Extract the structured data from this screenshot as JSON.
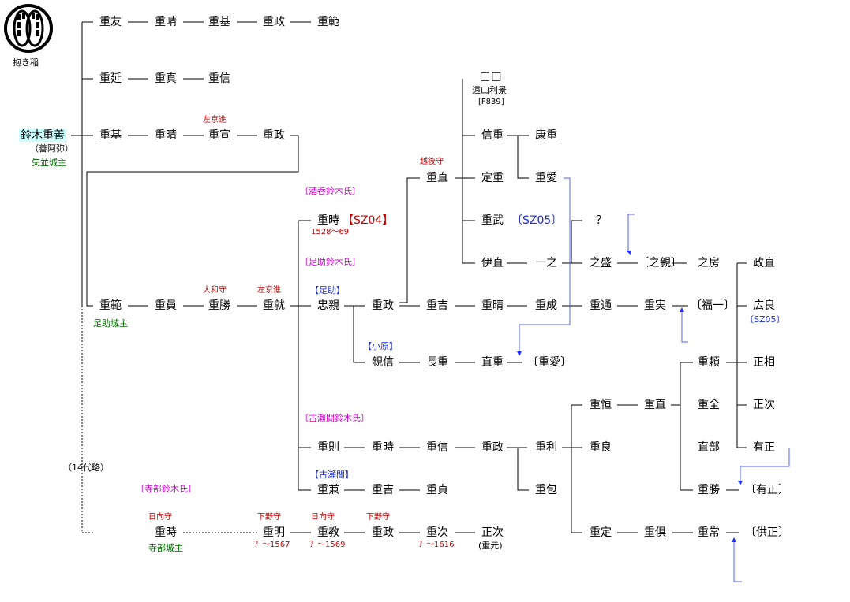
{
  "logo": {
    "caption": "抱き稲"
  },
  "people": {
    "shigeyoshi": "鈴木重善",
    "shigeyoshi_alias": "（善阿弥）",
    "shigeyoshi_castle": "矢並城主",
    "r1": [
      "重友",
      "重晴",
      "重基",
      "重政",
      "重範"
    ],
    "r2": [
      "重延",
      "重真",
      "重信"
    ],
    "r3": [
      "重基",
      "重晴",
      "重宣",
      "重政"
    ],
    "r3_title": "左京進",
    "tooyama": "遠山利景",
    "tooyama_ref": "[F839]",
    "boxes": "□□",
    "sakaki": "〔酒呑鈴木氏〕",
    "shigetoki": "重時",
    "shigetoki_tag": "【SZ04】",
    "shigetoki_dates": "1528～69",
    "sukeshige_clan": "〔足助鈴木氏〕",
    "sukeshige_tag": "【足助】",
    "echigo": "越後守",
    "shigenao": "重直",
    "shinjyu": "信重",
    "kouju": "康重",
    "sadashige": "定重",
    "shigeai": "重愛",
    "shigetake": "重武",
    "shigetake_tag": "〔SZ05〕",
    "question": "？",
    "korenao": "伊直",
    "ichino": "一之",
    "yukimori": "之盛",
    "yukichika": "〔之親〕",
    "yukifusa": "之房",
    "masanao": "政直",
    "r_main": [
      "重範",
      "重員",
      "重勝",
      "重就",
      "忠親",
      "重政",
      "重吉",
      "重晴",
      "重成",
      "重通",
      "重実",
      "〔福一〕"
    ],
    "main_castle": "足助城主",
    "yamato": "大和守",
    "sakyou2": "左京進",
    "kora": "広良",
    "kora_tag": "〔SZ05〕",
    "obara_tag": "【小原】",
    "r_obara": [
      "親信",
      "長重",
      "直重",
      "〔重愛〕"
    ],
    "shigeyori": "重頼",
    "masasuke": "正相",
    "shigetsune_a": "重恒",
    "shigenao2": "重直",
    "shigezen": "重全",
    "masatsugu": "正次",
    "koseki_clan": "〔古瀬間鈴木氏〕",
    "r_koseki": [
      "重則",
      "重時",
      "重信",
      "重政",
      "重利",
      "重良"
    ],
    "naobu": "直部",
    "arimasa": "有正",
    "koseki_tag": "【古瀬間】",
    "r_koseki2": [
      "重兼",
      "重吉",
      "重貞"
    ],
    "shigekane": "重包",
    "shigekatsu2": "重勝",
    "arimasa2": "〔有正〕",
    "omit": "（14代略）",
    "terabe_clan": "〔寺部鈴木氏〕",
    "r_terabe": [
      "重時",
      "重明",
      "重教",
      "重政",
      "重次",
      "正次"
    ],
    "terabe_titles": [
      "日向守",
      "下野守",
      "日向守",
      "下野守"
    ],
    "terabe_castle": "寺部城主",
    "terabe_dates": [
      "？～1567",
      "？～1569",
      "？～1616"
    ],
    "shigemoto": "(重元)",
    "shigesada": "重定",
    "shigetomo": "重倶",
    "shigetsune": "重常",
    "tomomasa": "〔供正〕"
  }
}
